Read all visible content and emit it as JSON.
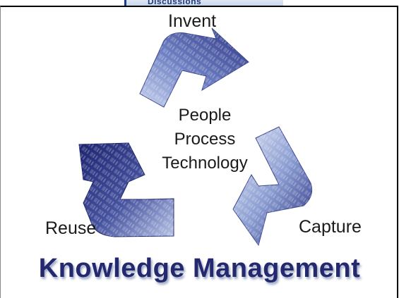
{
  "tab": {
    "label": "Discussions"
  },
  "diagram": {
    "top_label": "Invent",
    "left_label": "Reuse",
    "right_label": "Capture",
    "center_lines": [
      "People",
      "Process",
      "Technology"
    ],
    "title": "Knowledge Management",
    "colors": {
      "arrow_dark": "#2a2f7e",
      "arrow_light": "#9fb1da",
      "title": "#24286e"
    }
  }
}
